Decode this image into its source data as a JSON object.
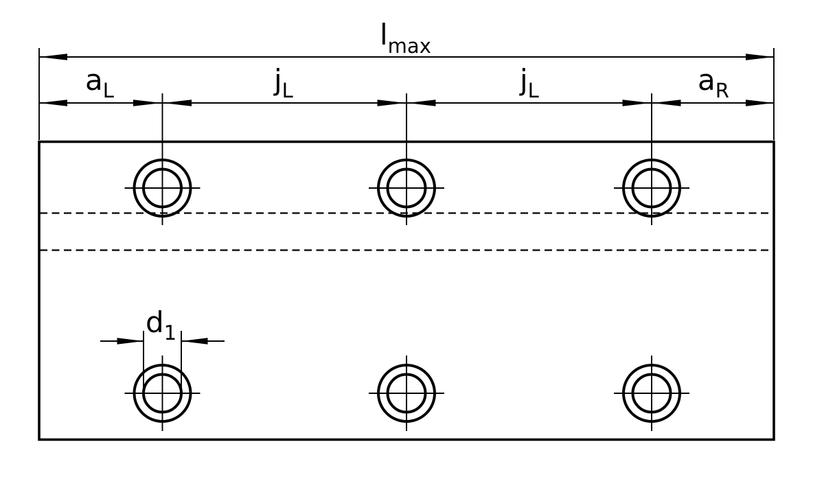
{
  "diagram": {
    "colors": {
      "line": "#000000",
      "background": "#ffffff"
    },
    "hole_grid": {
      "rows": 2,
      "columns": 3,
      "hole_count": 6
    },
    "labels": {
      "overall_length": {
        "main": "l",
        "sub": "max"
      },
      "left_edge_distance": {
        "main": "a",
        "sub": "L"
      },
      "hole_pitch_1": {
        "main": "j",
        "sub": "L"
      },
      "hole_pitch_2": {
        "main": "j",
        "sub": "L"
      },
      "right_edge_distance": {
        "main": "a",
        "sub": "R"
      },
      "hole_diameter": {
        "main": "d",
        "sub": "1"
      }
    }
  }
}
